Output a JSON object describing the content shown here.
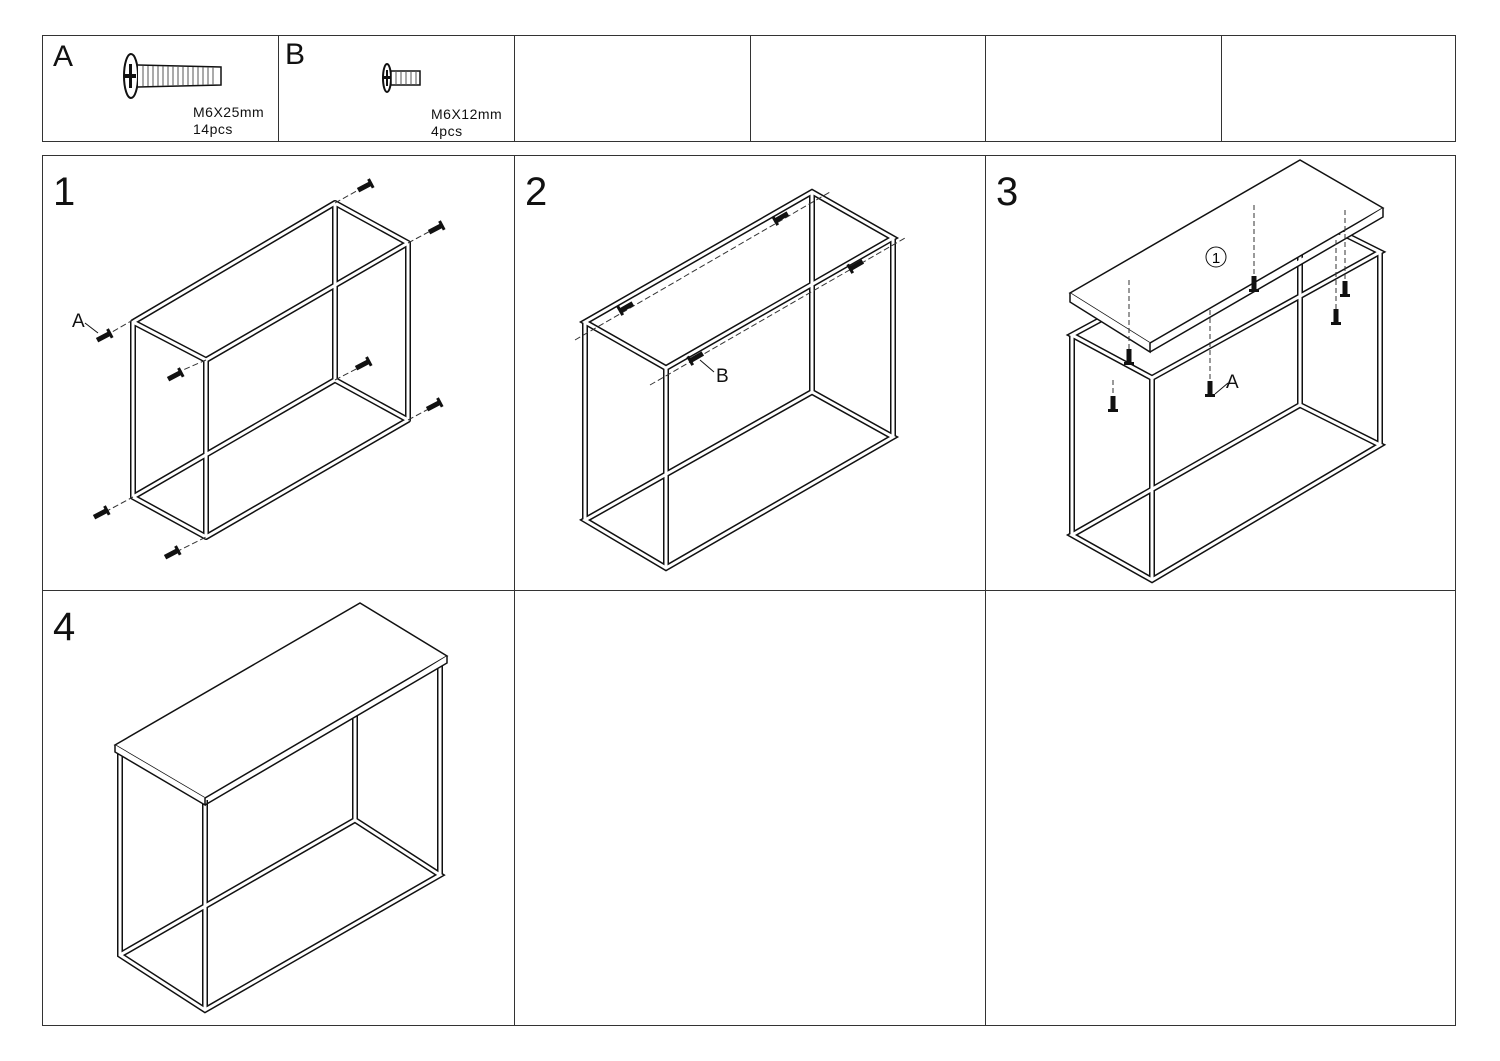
{
  "hardware": [
    {
      "letter": "A",
      "size": "M6X25mm",
      "qty": "14pcs"
    },
    {
      "letter": "B",
      "size": "M6X12mm",
      "qty": "4pcs"
    }
  ],
  "steps": [
    {
      "number": "1",
      "callout": "A"
    },
    {
      "number": "2",
      "callout": "B"
    },
    {
      "number": "3",
      "callout": "A",
      "part": "1"
    },
    {
      "number": "4"
    }
  ]
}
